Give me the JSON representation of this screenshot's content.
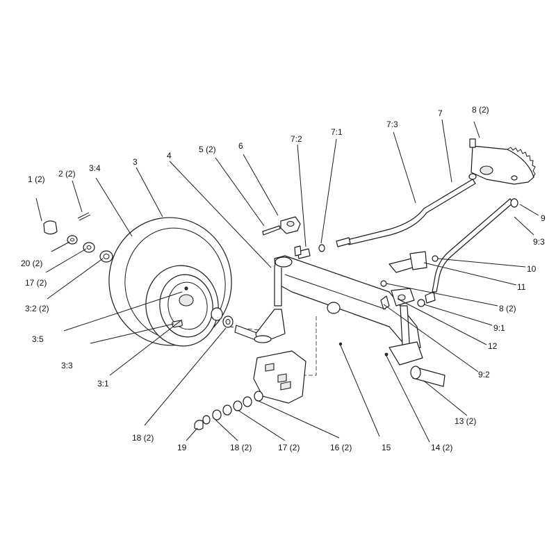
{
  "labels": {
    "l1": "1 (2)",
    "l2": "2 (2)",
    "l3_4": "3:4",
    "l3": "3",
    "l4": "4",
    "l5": "5 (2)",
    "l6": "6",
    "l7_2": "7:2",
    "l7_1": "7:1",
    "l7_3": "7:3",
    "l7": "7",
    "l8a": "8 (2)",
    "l9": "9",
    "l9_3": "9:3",
    "l10": "10",
    "l11": "11",
    "l8b": "8 (2)",
    "l9_1": "9:1",
    "l12": "12",
    "l9_2": "9:2",
    "l20": "20 (2)",
    "l17a": "17 (2)",
    "l3_2": "3:2 (2)",
    "l3_5": "3:5",
    "l3_3": "3:3",
    "l3_1": "3:1",
    "l18a": "18 (2)",
    "l19": "19",
    "l18b": "18 (2)",
    "l17b": "17 (2)",
    "l16": "16 (2)",
    "l15": "15",
    "l14": "14 (2)",
    "l13": "13 (2)"
  }
}
